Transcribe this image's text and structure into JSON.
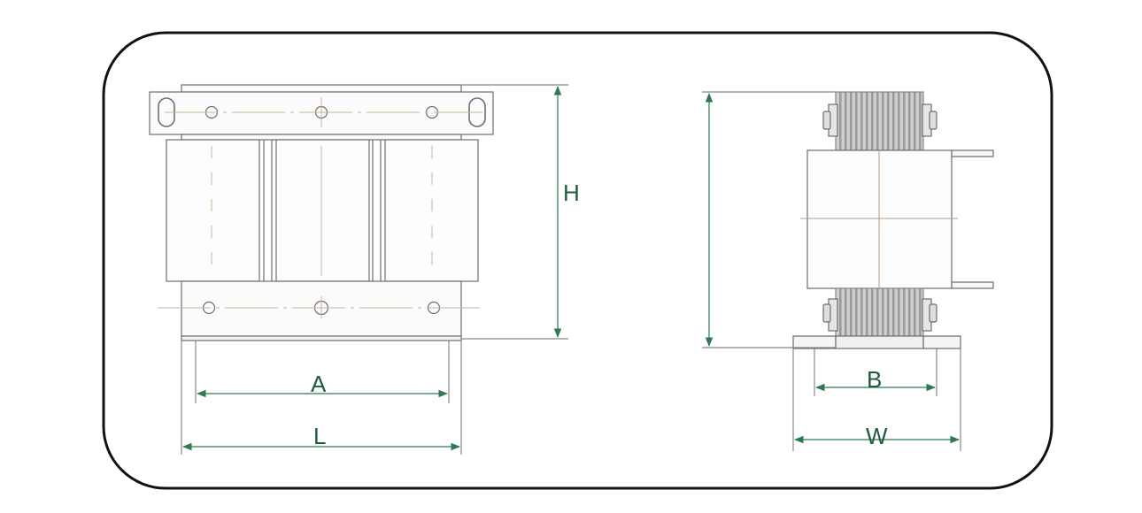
{
  "labels": {
    "height": "H",
    "mount_spacing_front": "A",
    "length": "L",
    "mount_spacing_side": "B",
    "width": "W"
  },
  "colors": {
    "frame": "#111111",
    "outline": "#6e6e6e",
    "dimension": "#2e7a52",
    "center_line": "#c8b49a",
    "coil": "#b9b9b9",
    "coil_dark": "#8c8c8c"
  },
  "views": [
    "front-view",
    "side-view"
  ]
}
